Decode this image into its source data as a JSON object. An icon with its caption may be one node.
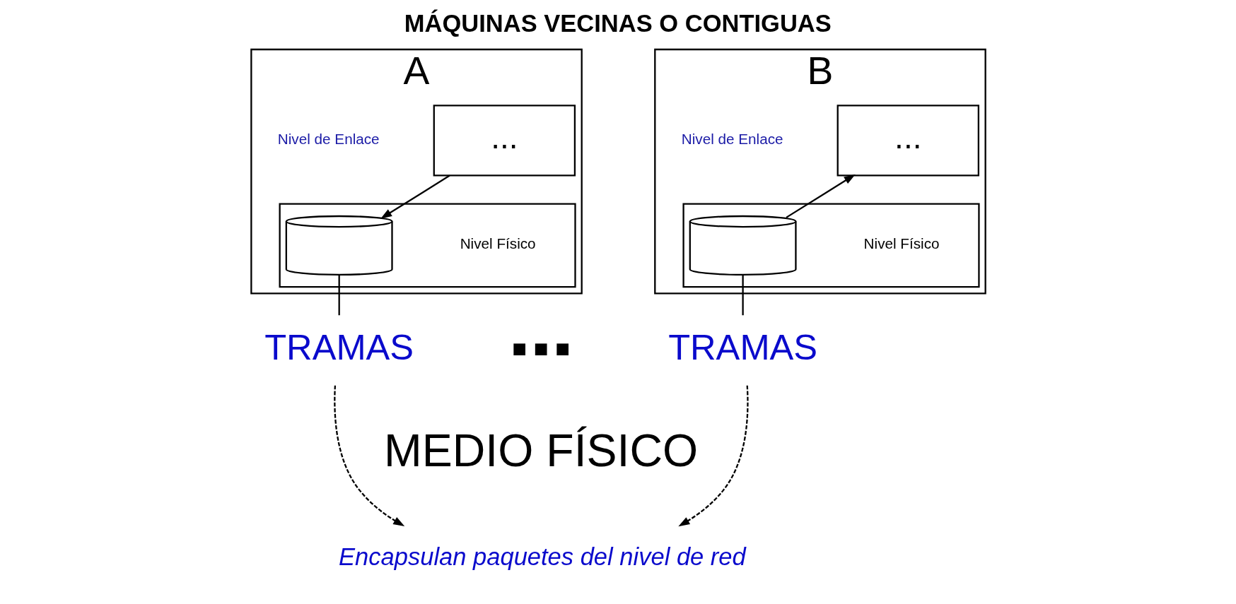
{
  "diagram": {
    "title": "MÁQUINAS VECINAS O CONTIGUAS",
    "nodes": [
      {
        "text": [
          "A"
        ]
      },
      {
        "text": [
          "..."
        ],
        "in": 0,
        "beside": [
          "Nivel de Enlace"
        ]
      },
      {
        "text": [],
        "shape": "box",
        "in": 0,
        "beside": [
          "Nivel Físico"
        ]
      },
      {
        "text": [],
        "shape": "cylinder",
        "in": 2
      },
      {
        "text": [
          "TRAMAS"
        ]
      },
      {
        "text": [
          "B"
        ]
      },
      {
        "text": [
          "..."
        ],
        "in": 5,
        "beside": [
          "Nivel de Enlace"
        ]
      },
      {
        "text": [],
        "shape": "box",
        "in": 5,
        "beside": [
          "Nivel Físico"
        ]
      },
      {
        "text": [],
        "shape": "cylinder",
        "in": 7
      },
      {
        "text": [
          "TRAMAS"
        ]
      },
      {
        "text": [
          "Encapsulan paquetes del nivel de red"
        ]
      }
    ],
    "edges": [
      {
        "from": 1,
        "to": 3,
        "arrow": "to"
      },
      {
        "from": 3,
        "to": 4,
        "arrow": "none"
      },
      {
        "from": 8,
        "to": 6,
        "arrow": "to"
      },
      {
        "from": 8,
        "to": 9,
        "arrow": "none"
      },
      {
        "from": 4,
        "to": 10,
        "arrow": "to",
        "style": "dashed"
      },
      {
        "from": 9,
        "to": 10,
        "arrow": "to",
        "style": "dashed"
      }
    ],
    "labels": [
      "■ ■ ■",
      "MEDIO FÍSICO"
    ]
  }
}
